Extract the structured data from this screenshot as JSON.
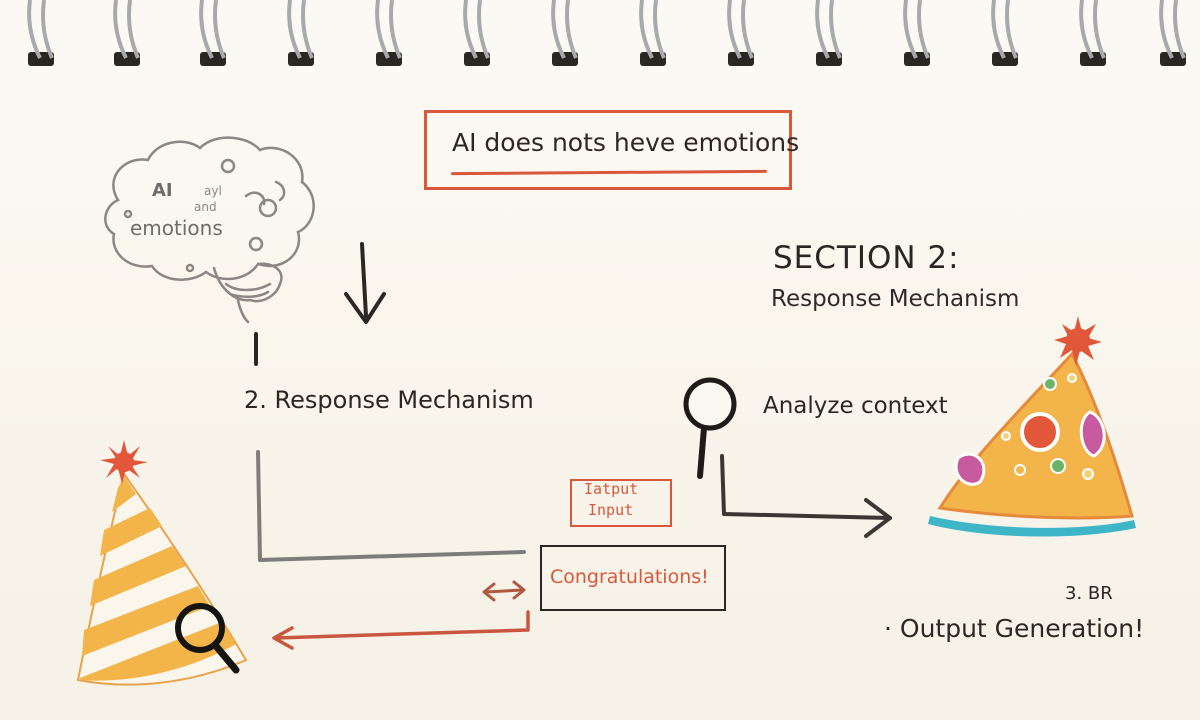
{
  "header": {
    "title": "AI does nots heve emotions"
  },
  "brain": {
    "label_ai": "AI",
    "label_scribble_1": "ayl",
    "label_scribble_2": "and",
    "label_emotions": "emotions"
  },
  "section": {
    "heading": "SECTION 2:",
    "subheading": "Response Mechanism"
  },
  "steps": {
    "step2": "2. Response Mechanism",
    "analyze": "Analyze context",
    "input_line1": "Iatput",
    "input_line2": "Input",
    "congratulations": "Congratulations!",
    "step3_number": "3. BR",
    "step3_label": "· Output Generation!"
  },
  "colors": {
    "accent": "#d9583b",
    "ink": "#2b2724",
    "pencil": "#8a8784",
    "hat_yellow": "#f3b54a",
    "hat_teal": "#3fb6c7",
    "hat_magenta": "#c85aa0"
  },
  "icons": [
    "brain-icon",
    "down-arrow-icon",
    "magnifier-icon",
    "party-hat-icon",
    "double-arrow-icon"
  ]
}
